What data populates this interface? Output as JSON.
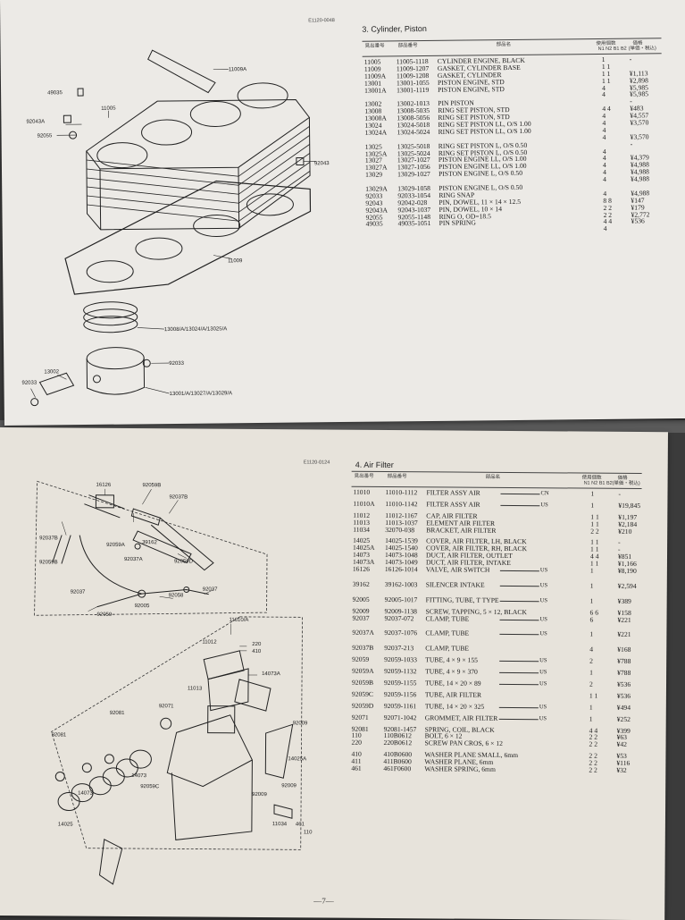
{
  "top_page": {
    "ref_code": "E1120-0048",
    "section_title": "3. Cylinder, Piston",
    "header": {
      "ref_no": "見出番号",
      "part_no": "部品番号",
      "part_name": "部品名",
      "qty_label": "使用個数",
      "qty_sub": "N1 N2 B1 B2",
      "price_label": "価格",
      "price_sub": "(単価・税込)"
    },
    "rows": [
      {
        "ref": "11005",
        "part": "11005-1118",
        "name": "CYLINDER ENGINE, BLACK",
        "qty": "1",
        "price": "-"
      },
      {
        "ref": "11009",
        "part": "11009-1207",
        "name": "GASKET, CYLINDER BASE",
        "qty": "1 1",
        "price": ""
      },
      {
        "ref": "11009A",
        "part": "11009-1208",
        "name": "GASKET, CYLINDER",
        "qty": "1 1",
        "price": "¥1,113"
      },
      {
        "ref": "13001",
        "part": "13001-1055",
        "name": "PISTON ENGINE, STD",
        "qty": "1 1",
        "price": "¥2,898"
      },
      {
        "ref": "13001A",
        "part": "13001-1119",
        "name": "PISTON ENGINE, STD",
        "qty": "4",
        "price": "¥5,985"
      },
      {
        "ref": "",
        "part": "",
        "name": "",
        "qty": "4",
        "price": "¥5,985"
      },
      {
        "ref": "13002",
        "part": "13002-1013",
        "name": "PIN PISTON",
        "qty": "",
        "price": "-"
      },
      {
        "ref": "13008",
        "part": "13008-5035",
        "name": "RING SET PISTON, STD",
        "qty": "4 4",
        "price": "¥483"
      },
      {
        "ref": "13008A",
        "part": "13008-5056",
        "name": "RING SET PISTON, STD",
        "qty": "4",
        "price": "¥4,557"
      },
      {
        "ref": "13024",
        "part": "13024-5018",
        "name": "RING SET PISTON LL, O/S 1.00",
        "qty": "4",
        "price": "¥3,570"
      },
      {
        "ref": "13024A",
        "part": "13024-5024",
        "name": "RING SET PISTON LL, O/S 1.00",
        "qty": "4",
        "price": ""
      },
      {
        "ref": "",
        "part": "",
        "name": "",
        "qty": "4",
        "price": "¥3,570"
      },
      {
        "ref": "13025",
        "part": "13025-5018",
        "name": "RING SET PISTON L, O/S 0.50",
        "qty": "",
        "price": "-"
      },
      {
        "ref": "13025A",
        "part": "13025-5024",
        "name": "RING SET PISTON L, O/S 0.50",
        "qty": "4",
        "price": ""
      },
      {
        "ref": "13027",
        "part": "13027-1027",
        "name": "PISTON ENGINE LL, O/S 1.00",
        "qty": "4",
        "price": "¥4,379"
      },
      {
        "ref": "13027A",
        "part": "13027-1056",
        "name": "PISTON ENGINE LL, O/S 1.00",
        "qty": "4",
        "price": "¥4,988"
      },
      {
        "ref": "13029",
        "part": "13029-1027",
        "name": "PISTON ENGINE L, O/S 0.50",
        "qty": "4",
        "price": "¥4,988"
      },
      {
        "ref": "",
        "part": "",
        "name": "",
        "qty": "4",
        "price": "¥4,988"
      },
      {
        "ref": "13029A",
        "part": "13029-1058",
        "name": "PISTON ENGINE L, O/S 0.50",
        "qty": "",
        "price": ""
      },
      {
        "ref": "92033",
        "part": "92033-1054",
        "name": "RING SNAP",
        "qty": "4",
        "price": "¥4,988"
      },
      {
        "ref": "92043",
        "part": "92042-028",
        "name": "PIN, DOWEL, 11 × 14 × 12.5",
        "qty": "8 8",
        "price": "¥147"
      },
      {
        "ref": "92043A",
        "part": "92043-1037",
        "name": "PIN, DOWEL, 10 × 14",
        "qty": "2 2",
        "price": "¥179"
      },
      {
        "ref": "92055",
        "part": "92055-1148",
        "name": "RING O, OD=18.5",
        "qty": "2 2",
        "price": "¥2,772"
      },
      {
        "ref": "49035",
        "part": "49035-1051",
        "name": "PIN SPRING",
        "qty": "4 4",
        "price": "¥536"
      },
      {
        "ref": "",
        "part": "",
        "name": "",
        "qty": "4",
        "price": ""
      }
    ],
    "callouts": {
      "c11009A": "11009A",
      "c49035": "49035",
      "c92043A": "92043A",
      "c11005": "11005",
      "c92055": "92055",
      "c92043": "92043",
      "c11009": "11009",
      "c13008": "13008/A/13024/A/13025/A",
      "c92033a": "92033",
      "c13002": "13002",
      "c92033b": "92033",
      "c13001": "13001/A/13027/A/13029/A"
    }
  },
  "bottom_page": {
    "ref_code": "E1120-0124",
    "section_title": "4. Air Filter",
    "header": {
      "ref_no": "見出番号",
      "part_no": "部品番号",
      "part_name": "部品名",
      "qty_label": "使用個数",
      "qty_sub": "N1 N2 B1 B2",
      "price_label": "価格",
      "price_sub": "(単価・税込)"
    },
    "rows": [
      {
        "ref": "11010",
        "part": "11010-1112",
        "name": "FILTER ASSY AIR",
        "tag": "CN",
        "qty": "1",
        "price": "-",
        "cls": ""
      },
      {
        "ref": "11010A",
        "part": "11010-1142",
        "name": "FILTER ASSY AIR",
        "tag": "US",
        "qty": "1",
        "price": "¥19,845",
        "cls": "gap"
      },
      {
        "ref": "11012",
        "part": "11012-1167",
        "name": "CAP, AIR FILTER",
        "tag": "",
        "qty": "1 1",
        "price": "¥1,197",
        "cls": "gap"
      },
      {
        "ref": "11013",
        "part": "11013-1037",
        "name": "ELEMENT AIR FILTER",
        "tag": "",
        "qty": "1 1",
        "price": "¥2,184",
        "cls": ""
      },
      {
        "ref": "11034",
        "part": "32070-038",
        "name": "BRACKET, AIR FILTER",
        "tag": "",
        "qty": "2 2",
        "price": "¥210",
        "cls": ""
      },
      {
        "ref": "14025",
        "part": "14025-1539",
        "name": "COVER, AIR FILTER, LH, BLACK",
        "tag": "",
        "qty": "1 1",
        "price": "-",
        "cls": "gap"
      },
      {
        "ref": "14025A",
        "part": "14025-1540",
        "name": "COVER, AIR FILTER, RH, BLACK",
        "tag": "",
        "qty": "1 1",
        "price": "-",
        "cls": ""
      },
      {
        "ref": "14073",
        "part": "14073-1048",
        "name": "DUCT, AIR FILTER, OUTLET",
        "tag": "",
        "qty": "4 4",
        "price": "¥851",
        "cls": ""
      },
      {
        "ref": "14073A",
        "part": "14073-1049",
        "name": "DUCT, AIR FILTER, INTAKE",
        "tag": "",
        "qty": "1 1",
        "price": "¥1,166",
        "cls": ""
      },
      {
        "ref": "16126",
        "part": "16126-1014",
        "name": "VALVE, AIR SWITCH",
        "tag": "US",
        "qty": "1",
        "price": "¥8,190",
        "cls": ""
      },
      {
        "ref": "39162",
        "part": "39162-1003",
        "name": "SILENCER INTAKE",
        "tag": "US",
        "qty": "1",
        "price": "¥2,594",
        "cls": "gap2"
      },
      {
        "ref": "92005",
        "part": "92005-1017",
        "name": "FITTING, TUBE, T TYPE",
        "tag": "US",
        "qty": "1",
        "price": "¥389",
        "cls": "gap2"
      },
      {
        "ref": "92009",
        "part": "92009-1138",
        "name": "SCREW, TAPPING, 5 × 12, BLACK",
        "tag": "",
        "qty": "6 6",
        "price": "¥158",
        "cls": "gap"
      },
      {
        "ref": "92037",
        "part": "92037-072",
        "name": "CLAMP, TUBE",
        "tag": "US",
        "qty": "6",
        "price": "¥221",
        "cls": ""
      },
      {
        "ref": "92037A",
        "part": "92037-1076",
        "name": "CLAMP, TUBE",
        "tag": "US",
        "qty": "1",
        "price": "¥221",
        "cls": "gap2"
      },
      {
        "ref": "92037B",
        "part": "92037-213",
        "name": "CLAMP, TUBE",
        "tag": "",
        "qty": "4",
        "price": "¥168",
        "cls": "gap2"
      },
      {
        "ref": "92059",
        "part": "92059-1033",
        "name": "TUBE, 4 × 9 × 155",
        "tag": "US",
        "qty": "2",
        "price": "¥788",
        "cls": "gap"
      },
      {
        "ref": "92059A",
        "part": "92059-1132",
        "name": "TUBE, 4 × 9 × 370",
        "tag": "US",
        "qty": "1",
        "price": "¥788",
        "cls": "gap"
      },
      {
        "ref": "92059B",
        "part": "92059-1155",
        "name": "TUBE, 14 × 20 × 89",
        "tag": "US",
        "qty": "2",
        "price": "¥536",
        "cls": "gap"
      },
      {
        "ref": "92059C",
        "part": "92059-1156",
        "name": "TUBE, AIR FILTER",
        "tag": "",
        "qty": "1 1",
        "price": "¥536",
        "cls": "gap"
      },
      {
        "ref": "92059D",
        "part": "92059-1161",
        "name": "TUBE, 14 × 20 × 325",
        "tag": "US",
        "qty": "1",
        "price": "¥494",
        "cls": "gap"
      },
      {
        "ref": "92071",
        "part": "92071-1042",
        "name": "GROMMET, AIR FILTER",
        "tag": "US",
        "qty": "1",
        "price": "¥252",
        "cls": "gap"
      },
      {
        "ref": "92081",
        "part": "92081-1457",
        "name": "SPRING, COIL, BLACK",
        "tag": "",
        "qty": "4 4",
        "price": "¥399",
        "cls": "gap"
      },
      {
        "ref": "110",
        "part": "110B0612",
        "name": "BOLT, 6 × 12",
        "tag": "",
        "qty": "2 2",
        "price": "¥63",
        "cls": ""
      },
      {
        "ref": "220",
        "part": "220B0612",
        "name": "SCREW PAN CROS, 6 × 12",
        "tag": "",
        "qty": "2 2",
        "price": "¥42",
        "cls": ""
      },
      {
        "ref": "410",
        "part": "410B0600",
        "name": "WASHER PLANE SMALL, 6mm",
        "tag": "",
        "qty": "2 2",
        "price": "¥53",
        "cls": "gap"
      },
      {
        "ref": "411",
        "part": "411B0600",
        "name": "WASHER PLANE, 6mm",
        "tag": "",
        "qty": "2 2",
        "price": "¥116",
        "cls": ""
      },
      {
        "ref": "461",
        "part": "461F0600",
        "name": "WASHER SPRING, 6mm",
        "tag": "",
        "qty": "2 2",
        "price": "¥32",
        "cls": ""
      }
    ],
    "page_number": "—7—",
    "callouts": {
      "a16126": "16126",
      "a92059B": "92059B",
      "a92037B": "92037B",
      "a92037Ba": "92037B",
      "a92059A": "92059A",
      "a39162": "39162",
      "a92037A": "92037A",
      "a92059D": "92059D",
      "a92059Ba": "92059B",
      "a92037": "92037",
      "a92005": "92005",
      "a92058": "92058",
      "a92037b": "92037",
      "a92059": "92059",
      "a11010A": "11010/A",
      "a11012": "11012",
      "a220": "220",
      "a410": "410",
      "a14073A": "14073A",
      "a11013": "11013",
      "a92081": "92081",
      "a92071": "92071",
      "a92009": "92009",
      "a92081b": "92081",
      "a14073": "14073",
      "a92059C": "92059C",
      "a14025A": "14025A",
      "a92009b": "92009",
      "a92009c": "92009",
      "a11034": "11034",
      "a461": "461",
      "a14025": "14025",
      "a110": "110"
    }
  }
}
